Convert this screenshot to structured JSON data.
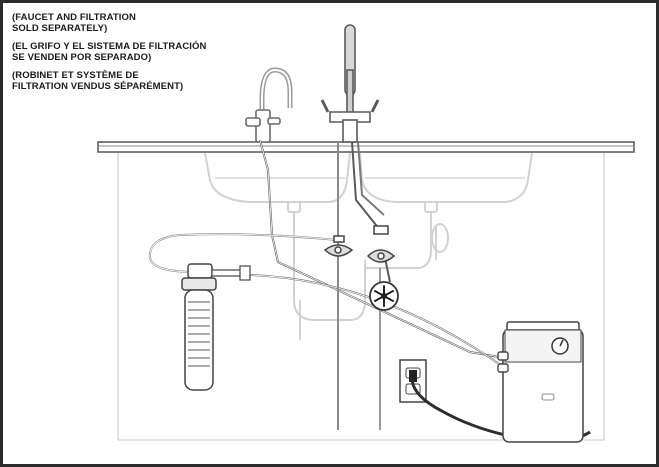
{
  "notes": {
    "english": "(FAUCET AND FILTRATION\nSOLD SEPARATELY)",
    "spanish": "(EL GRIFO Y EL SISTEMA DE FILTRACIÓN\nSE VENDEN POR SEPARADO)",
    "french": "(ROBINET ET SYSTÈME DE\nFILTRATION VENDUS SÉPARÉMENT)"
  },
  "colors": {
    "frame": "#2b2b2b",
    "line_dark": "#3a3a3a",
    "line_light": "#b8b8b8",
    "counter": "#555555",
    "ghost": "#d6d6d6",
    "power_cord": "#333333"
  },
  "icons": {
    "chiller_badge": "snowflake-icon",
    "thermostat": "dial-icon"
  }
}
